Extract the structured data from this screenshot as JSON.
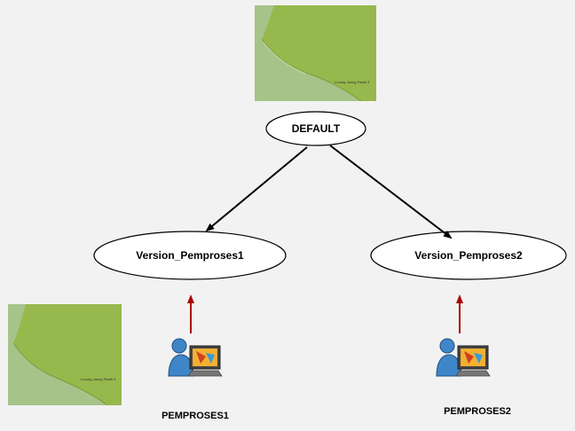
{
  "diagram": {
    "root": {
      "label": "DEFAULT"
    },
    "versions": [
      {
        "label": "Version_Pemproses1"
      },
      {
        "label": "Version_Pemproses2"
      }
    ],
    "users": [
      {
        "label": "PEMPROSES1"
      },
      {
        "label": "PEMPROSES2"
      }
    ],
    "map_thumbnails": [
      {
        "caption": "Lorong Jaring Patah 3"
      },
      {
        "caption": "Lorong Jaring Patah 3"
      }
    ],
    "colors": {
      "background": "#f2f2f2",
      "tree_arrows": "#000000",
      "user_arrows": "#aa0000",
      "map_green": "#96b84a",
      "map_light": "#a8c88a"
    },
    "icons": {
      "user": "user-at-computer-icon",
      "map": "map-thumbnail"
    }
  }
}
